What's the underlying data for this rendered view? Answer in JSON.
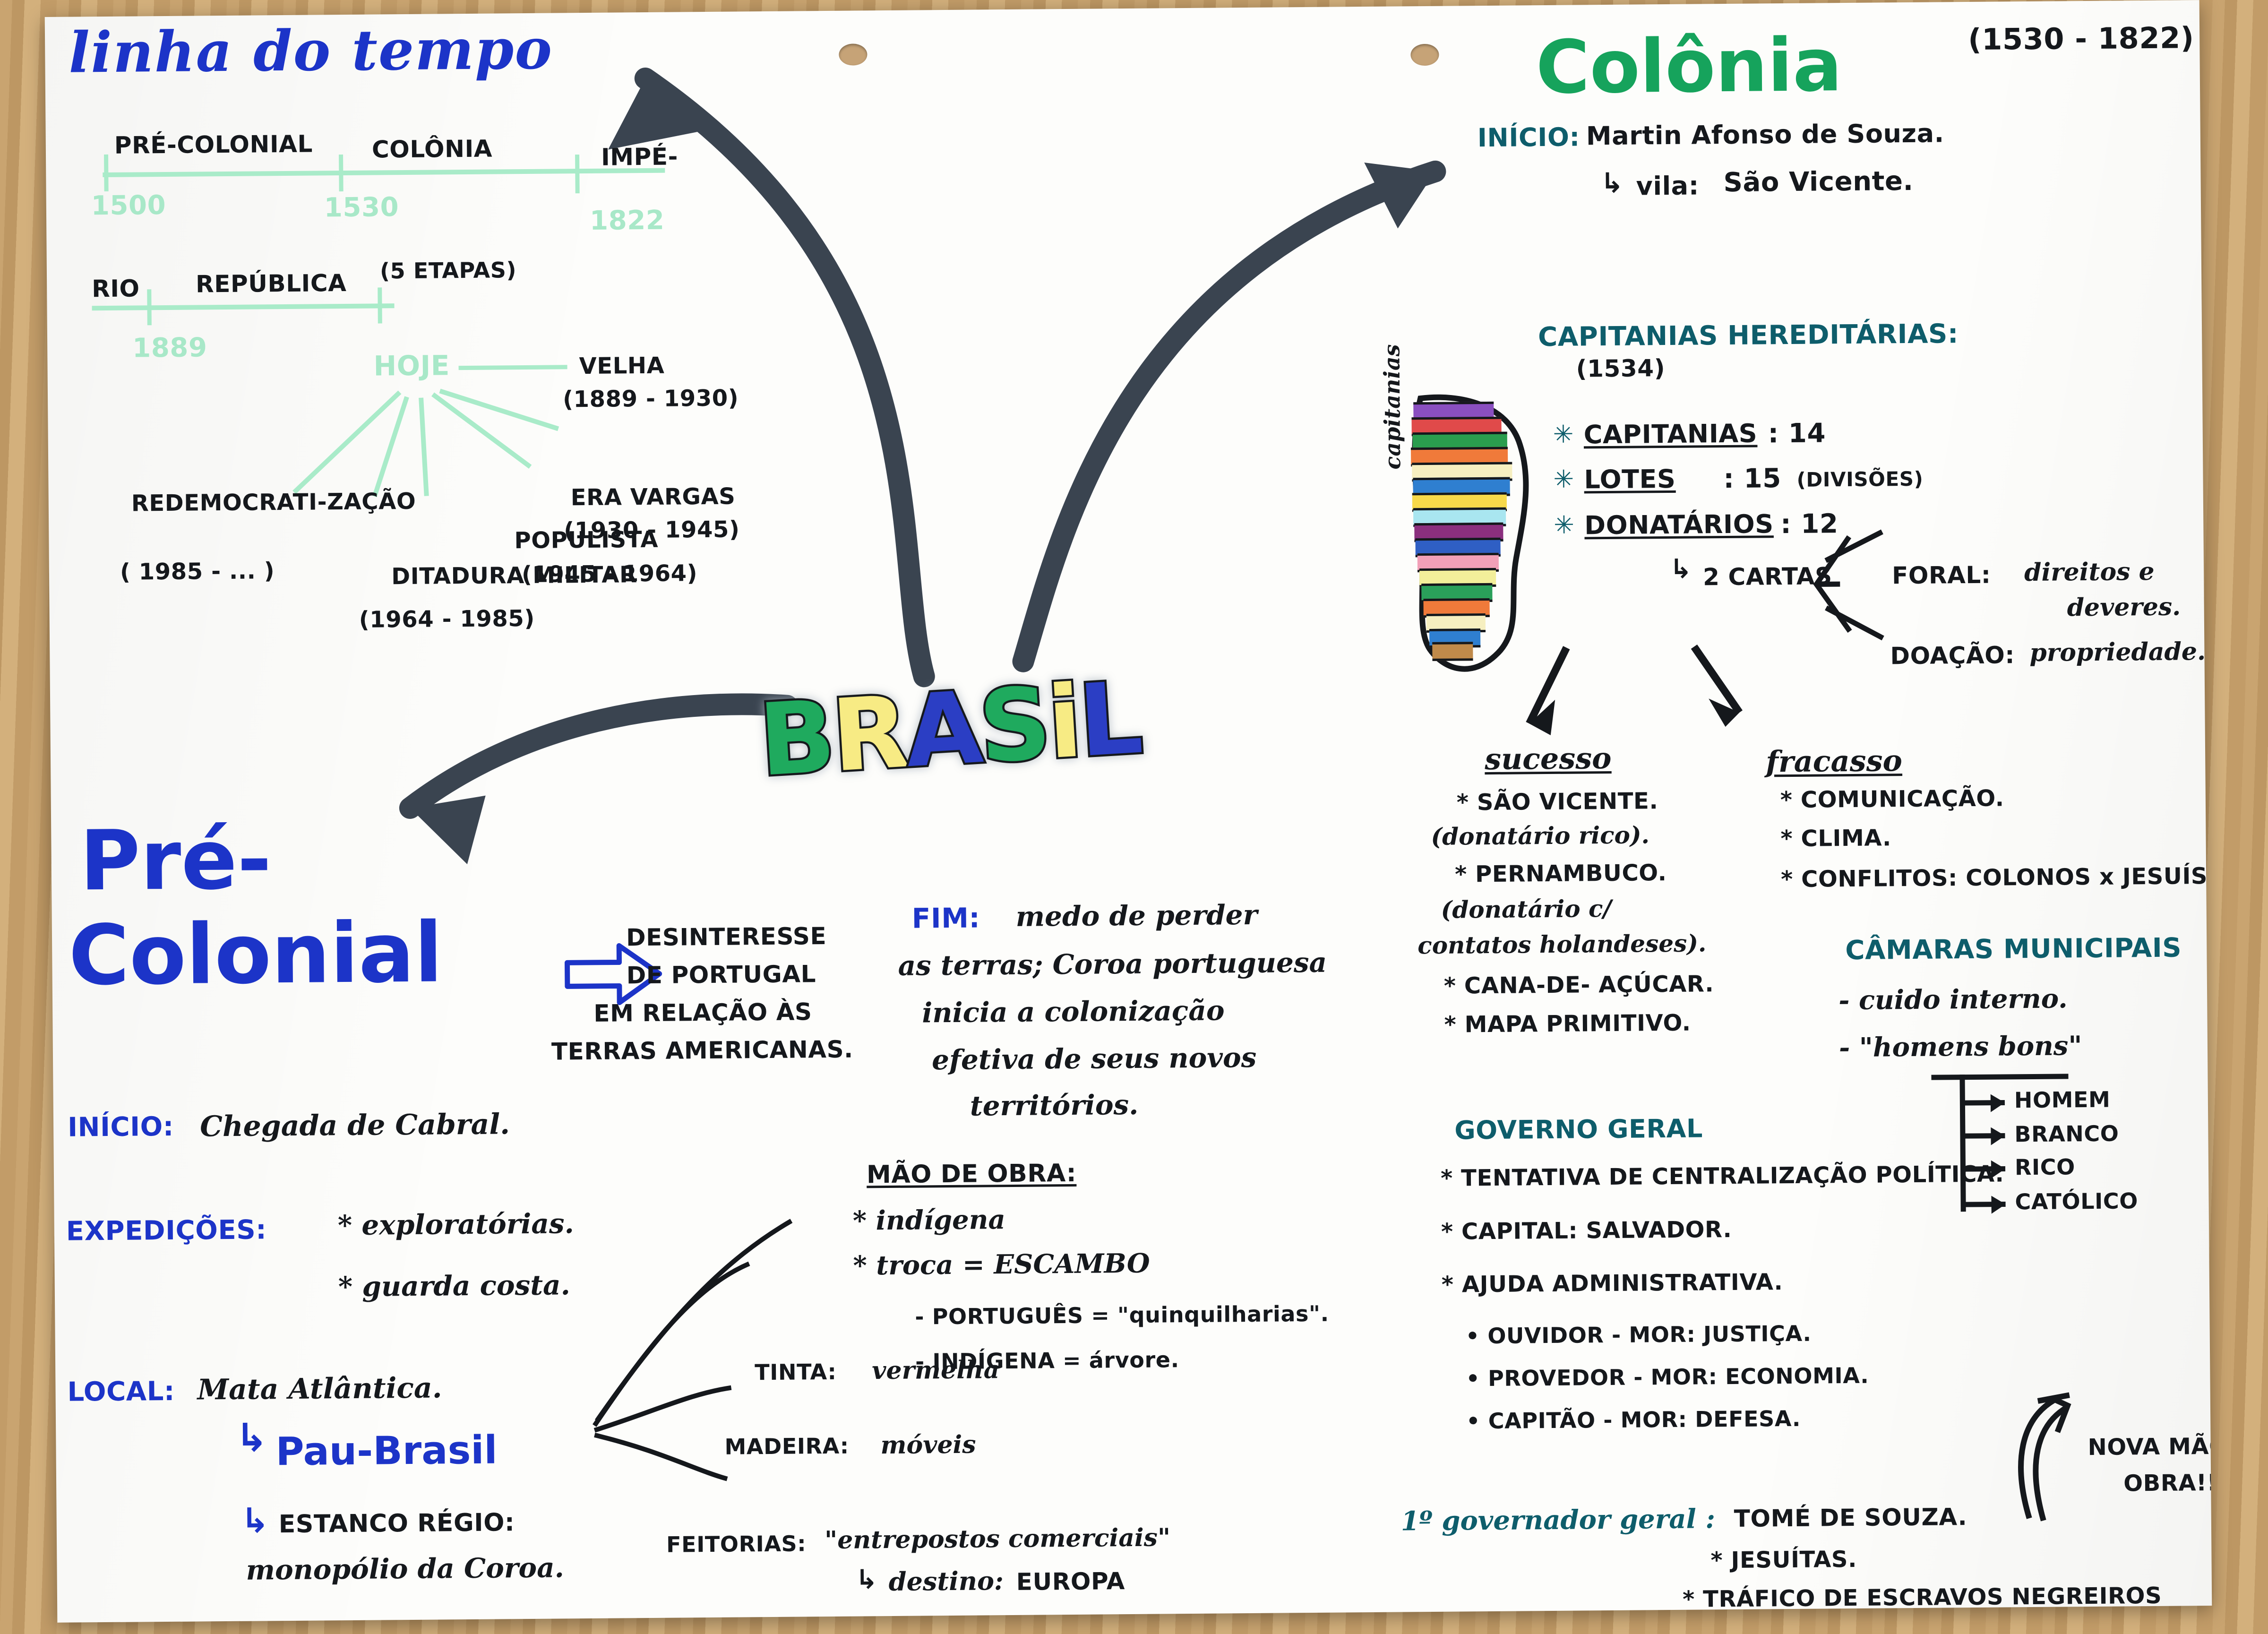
{
  "timeline": {
    "title": "linha do tempo",
    "row1": {
      "labels": [
        "PRÉ-COLONIAL",
        "COLÔNIA",
        "IMPÉ-"
      ],
      "years": [
        "1500",
        "1530",
        "1822"
      ]
    },
    "row2": {
      "labels": [
        "RIO",
        "REPÚBLICA"
      ],
      "note": "(5 ETAPAS)",
      "years": [
        "1889",
        "HOJE"
      ]
    },
    "phases": [
      {
        "name": "VELHA",
        "period": "(1889 - 1930)"
      },
      {
        "name": "ERA VARGAS",
        "period": "(1930 - 1945)"
      },
      {
        "name": "POPULISTA",
        "period": "(1945 - 1964)"
      },
      {
        "name": "DITADURA MILITAR",
        "period": "(1964 - 1985)"
      },
      {
        "name": "REDEMOCRATI-ZAÇÃO",
        "period": "( 1985 - ... )"
      }
    ]
  },
  "center": {
    "logo_letters": [
      "B",
      "R",
      "A",
      "S",
      "i",
      "L"
    ],
    "logo_text": "BRASIL"
  },
  "pre_colonial": {
    "title_line1": "Pré-",
    "title_line2": "Colonial",
    "callout": [
      "DESINTERESSE",
      "DE PORTUGAL",
      "EM RELAÇÃO ÀS",
      "TERRAS AMERICANAS."
    ],
    "inicio_label": "INÍCIO:",
    "inicio_value": "Chegada de Cabral.",
    "expedicoes_label": "EXPEDIÇÕES:",
    "expedicoes_items": [
      "* exploratórias.",
      "* guarda costa."
    ],
    "local_label": "LOCAL:",
    "local_value": "Mata Atlântica.",
    "pau_brasil": "Pau-Brasil",
    "estanco_label": "ESTANCO RÉGIO:",
    "estanco_value": "monopólio da Coroa."
  },
  "fim": {
    "label": "FIM:",
    "text": [
      "medo de perder",
      "as terras; Coroa portuguesa",
      "inicia a colonização",
      "efetiva de seus novos",
      "territórios."
    ]
  },
  "mao_de_obra": {
    "title": "MÃO DE OBRA:",
    "items": [
      "* indígena",
      "* troca = ESCAMBO"
    ],
    "sub": [
      "- PORTUGUÊS = \"quinquilharias\".",
      "- INDÍGENA = árvore."
    ],
    "branches": [
      {
        "label": "TINTA:",
        "value": "vermelha"
      },
      {
        "label": "MADEIRA:",
        "value": "móveis"
      },
      {
        "label": "FEITORIAS:",
        "value": "\"entrepostos comerciais\""
      }
    ],
    "destino_label": "destino:",
    "destino_value": "EUROPA"
  },
  "colonia": {
    "title": "Colônia",
    "period": "(1530 - 1822)",
    "inicio_label": "INÍCIO:",
    "inicio_value": "Martin Afonso de Souza.",
    "vila_label": "vila:",
    "vila_value": "São Vicente.",
    "capitanias_title": "CAPITANIAS HEREDITÁRIAS:",
    "capitanias_year": "(1534)",
    "map_label": "capitanias",
    "stats": [
      {
        "label": "CAPITANIAS",
        "value": ": 14",
        "extra": ""
      },
      {
        "label": "LOTES",
        "value": ": 15",
        "extra": "(DIVISÕES)"
      },
      {
        "label": "DONATÁRIOS",
        "value": ": 12",
        "extra": ""
      }
    ],
    "cartas": "2 CARTAS",
    "foral_label": "FORAL:",
    "foral_value": "direitos e",
    "foral_value2": "deveres.",
    "doacao_label": "DOAÇÃO:",
    "doacao_value": "propriedade.",
    "sucesso": {
      "title": "sucesso",
      "items": [
        "* SÃO VICENTE.",
        "(donatário rico).",
        "* PERNAMBUCO.",
        "(donatário c/",
        "contatos holandeses).",
        "* CANA-DE- AÇÚCAR.",
        "* MAPA PRIMITIVO."
      ]
    },
    "fracasso": {
      "title": "fracasso",
      "items": [
        "* COMUNICAÇÃO.",
        "* CLIMA.",
        "* CONFLITOS: COLONOS x JESUÍSTAS."
      ]
    },
    "camaras": {
      "title": "CÂMARAS MUNICIPAIS",
      "items": [
        "- cuido interno.",
        "- \"homens bons\""
      ],
      "bons": [
        "HOMEM",
        "BRANCO",
        "RICO",
        "CATÓLICO"
      ]
    },
    "governo": {
      "title": "GOVERNO GERAL",
      "items": [
        "* TENTATIVA DE CENTRALIZAÇÃO POLÍTICA.",
        "* CAPITAL: SALVADOR.",
        "* AJUDA ADMINISTRATIVA."
      ],
      "subitems": [
        "• OUVIDOR - MOR: JUSTIÇA.",
        "• PROVEDOR - MOR: ECONOMIA.",
        "• CAPITÃO - MOR: DEFESA."
      ],
      "gov_label": "1º governador geral :",
      "gov_value": "TOMÉ DE SOUZA.",
      "gov_extra": [
        "* JESUÍTAS.",
        "* TRÁFICO DE ESCRAVOS NEGREIROS"
      ]
    },
    "nova_mao": [
      "NOVA MÃO - DE -",
      "OBRA!!!"
    ]
  },
  "colors": {
    "blue": "#1c34c8",
    "teal": "#0e5d6b",
    "green": "#16a35c",
    "mint": "#a8e8c8",
    "ink": "#15181c",
    "arrow": "#3a4450"
  }
}
